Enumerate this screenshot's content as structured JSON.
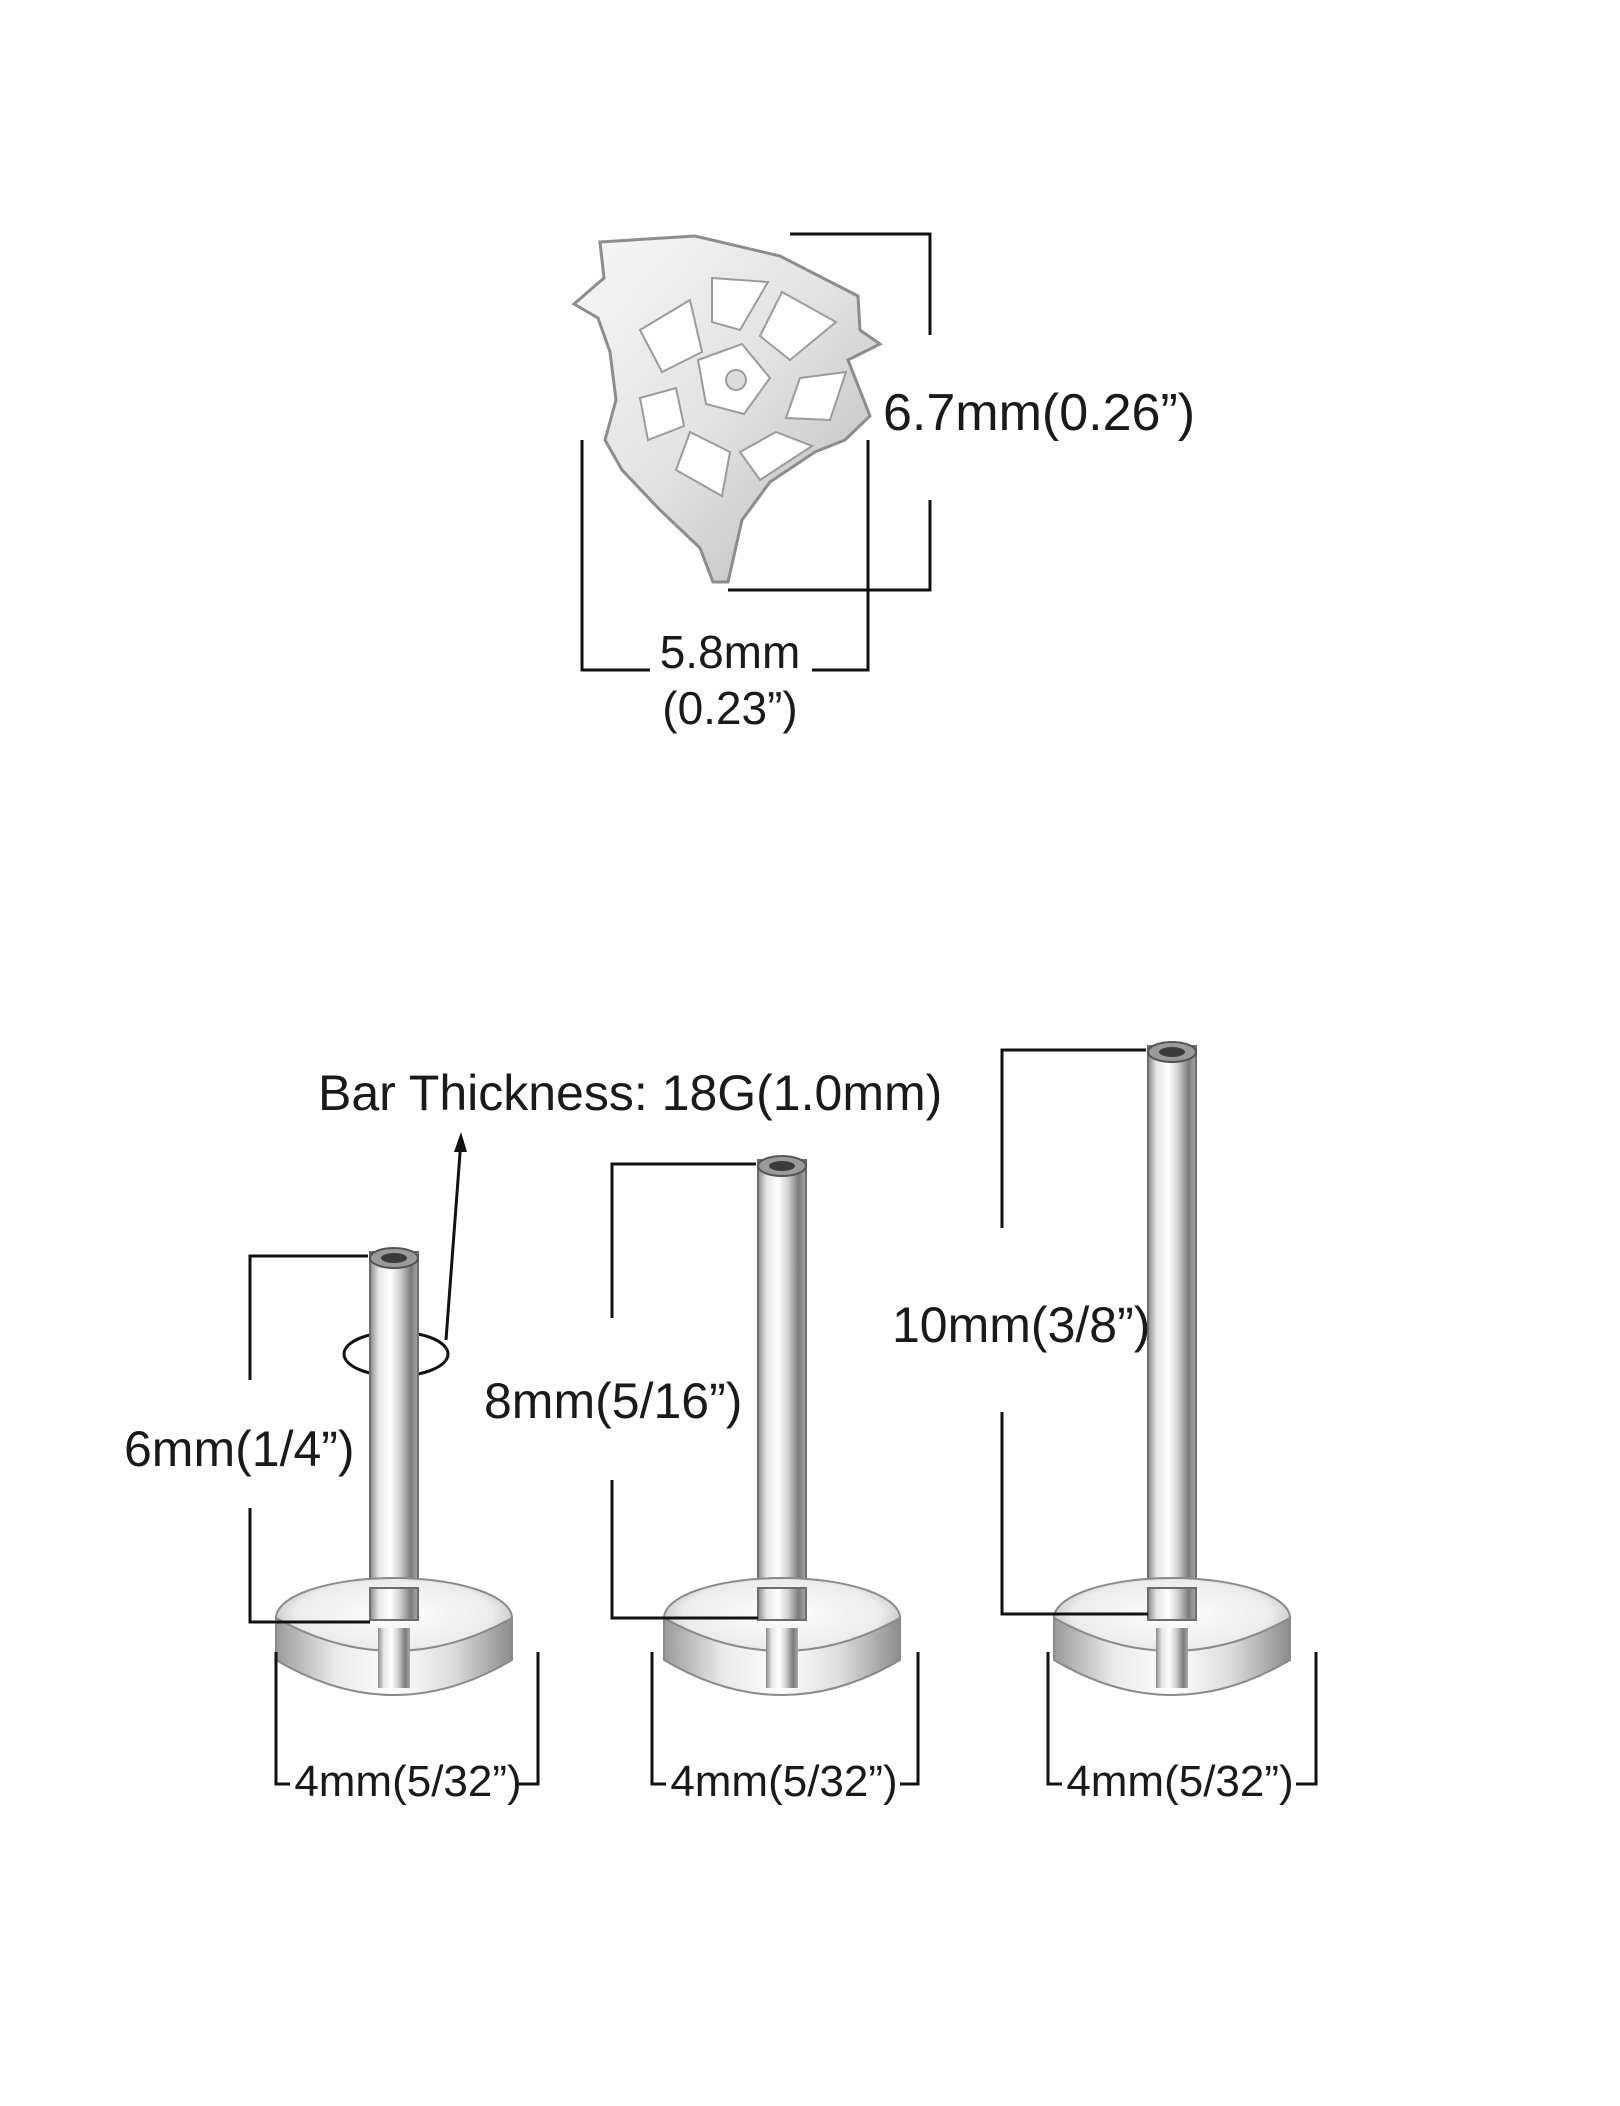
{
  "colors": {
    "line": "#111111",
    "metal_light": "#f4f4f4",
    "metal_mid": "#c9c9c9",
    "metal_dark": "#7c7c7c",
    "background": "#ffffff"
  },
  "top_stud": {
    "shape": "spider-web-icon",
    "height_label": "6.7mm(0.26”)",
    "width_label_line1": "5.8mm",
    "width_label_line2": "(0.23”)"
  },
  "bar_thickness_label": "Bar Thickness: 18G(1.0mm)",
  "posts": [
    {
      "length_label": "6mm(1/4”)",
      "base_label": "4mm(5/32”)"
    },
    {
      "length_label": "8mm(5/16”)",
      "base_label": "4mm(5/32”)"
    },
    {
      "length_label": "10mm(3/8”)",
      "base_label": "4mm(5/32”)"
    }
  ]
}
